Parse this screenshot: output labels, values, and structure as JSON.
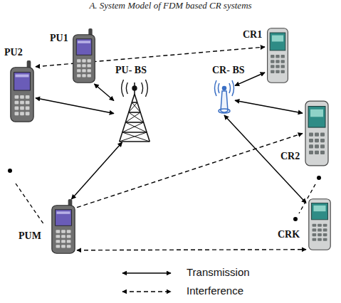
{
  "diagram": {
    "title": "A. System Model of FDM based CR systems",
    "nodes": [
      {
        "text": [
          "PU1"
        ]
      },
      {
        "text": [
          "CR1"
        ]
      },
      {
        "text": [
          "PU2"
        ]
      },
      {
        "text": [
          "PU- BS"
        ]
      },
      {
        "text": [
          "CR- BS"
        ]
      },
      {
        "text": [
          "CR2"
        ]
      },
      {
        "text": [
          "PUM"
        ]
      },
      {
        "text": [
          "CRK"
        ]
      }
    ],
    "edges": [
      {
        "from": 0,
        "to": 3,
        "arrow": "both"
      },
      {
        "from": 2,
        "to": 3,
        "arrow": "both"
      },
      {
        "from": 6,
        "to": 3,
        "arrow": "both"
      },
      {
        "from": 1,
        "to": 4,
        "arrow": "both"
      },
      {
        "from": 5,
        "to": 4,
        "arrow": "both"
      },
      {
        "from": 7,
        "to": 4,
        "arrow": "both"
      },
      {
        "from": 2,
        "to": 1,
        "arrow": "both"
      },
      {
        "from": 6,
        "to": 5,
        "arrow": "to"
      },
      {
        "from": 6,
        "to": 7,
        "arrow": "both"
      }
    ],
    "legend": [
      {
        "text": "Transmission"
      },
      {
        "text": "Interference"
      }
    ]
  }
}
